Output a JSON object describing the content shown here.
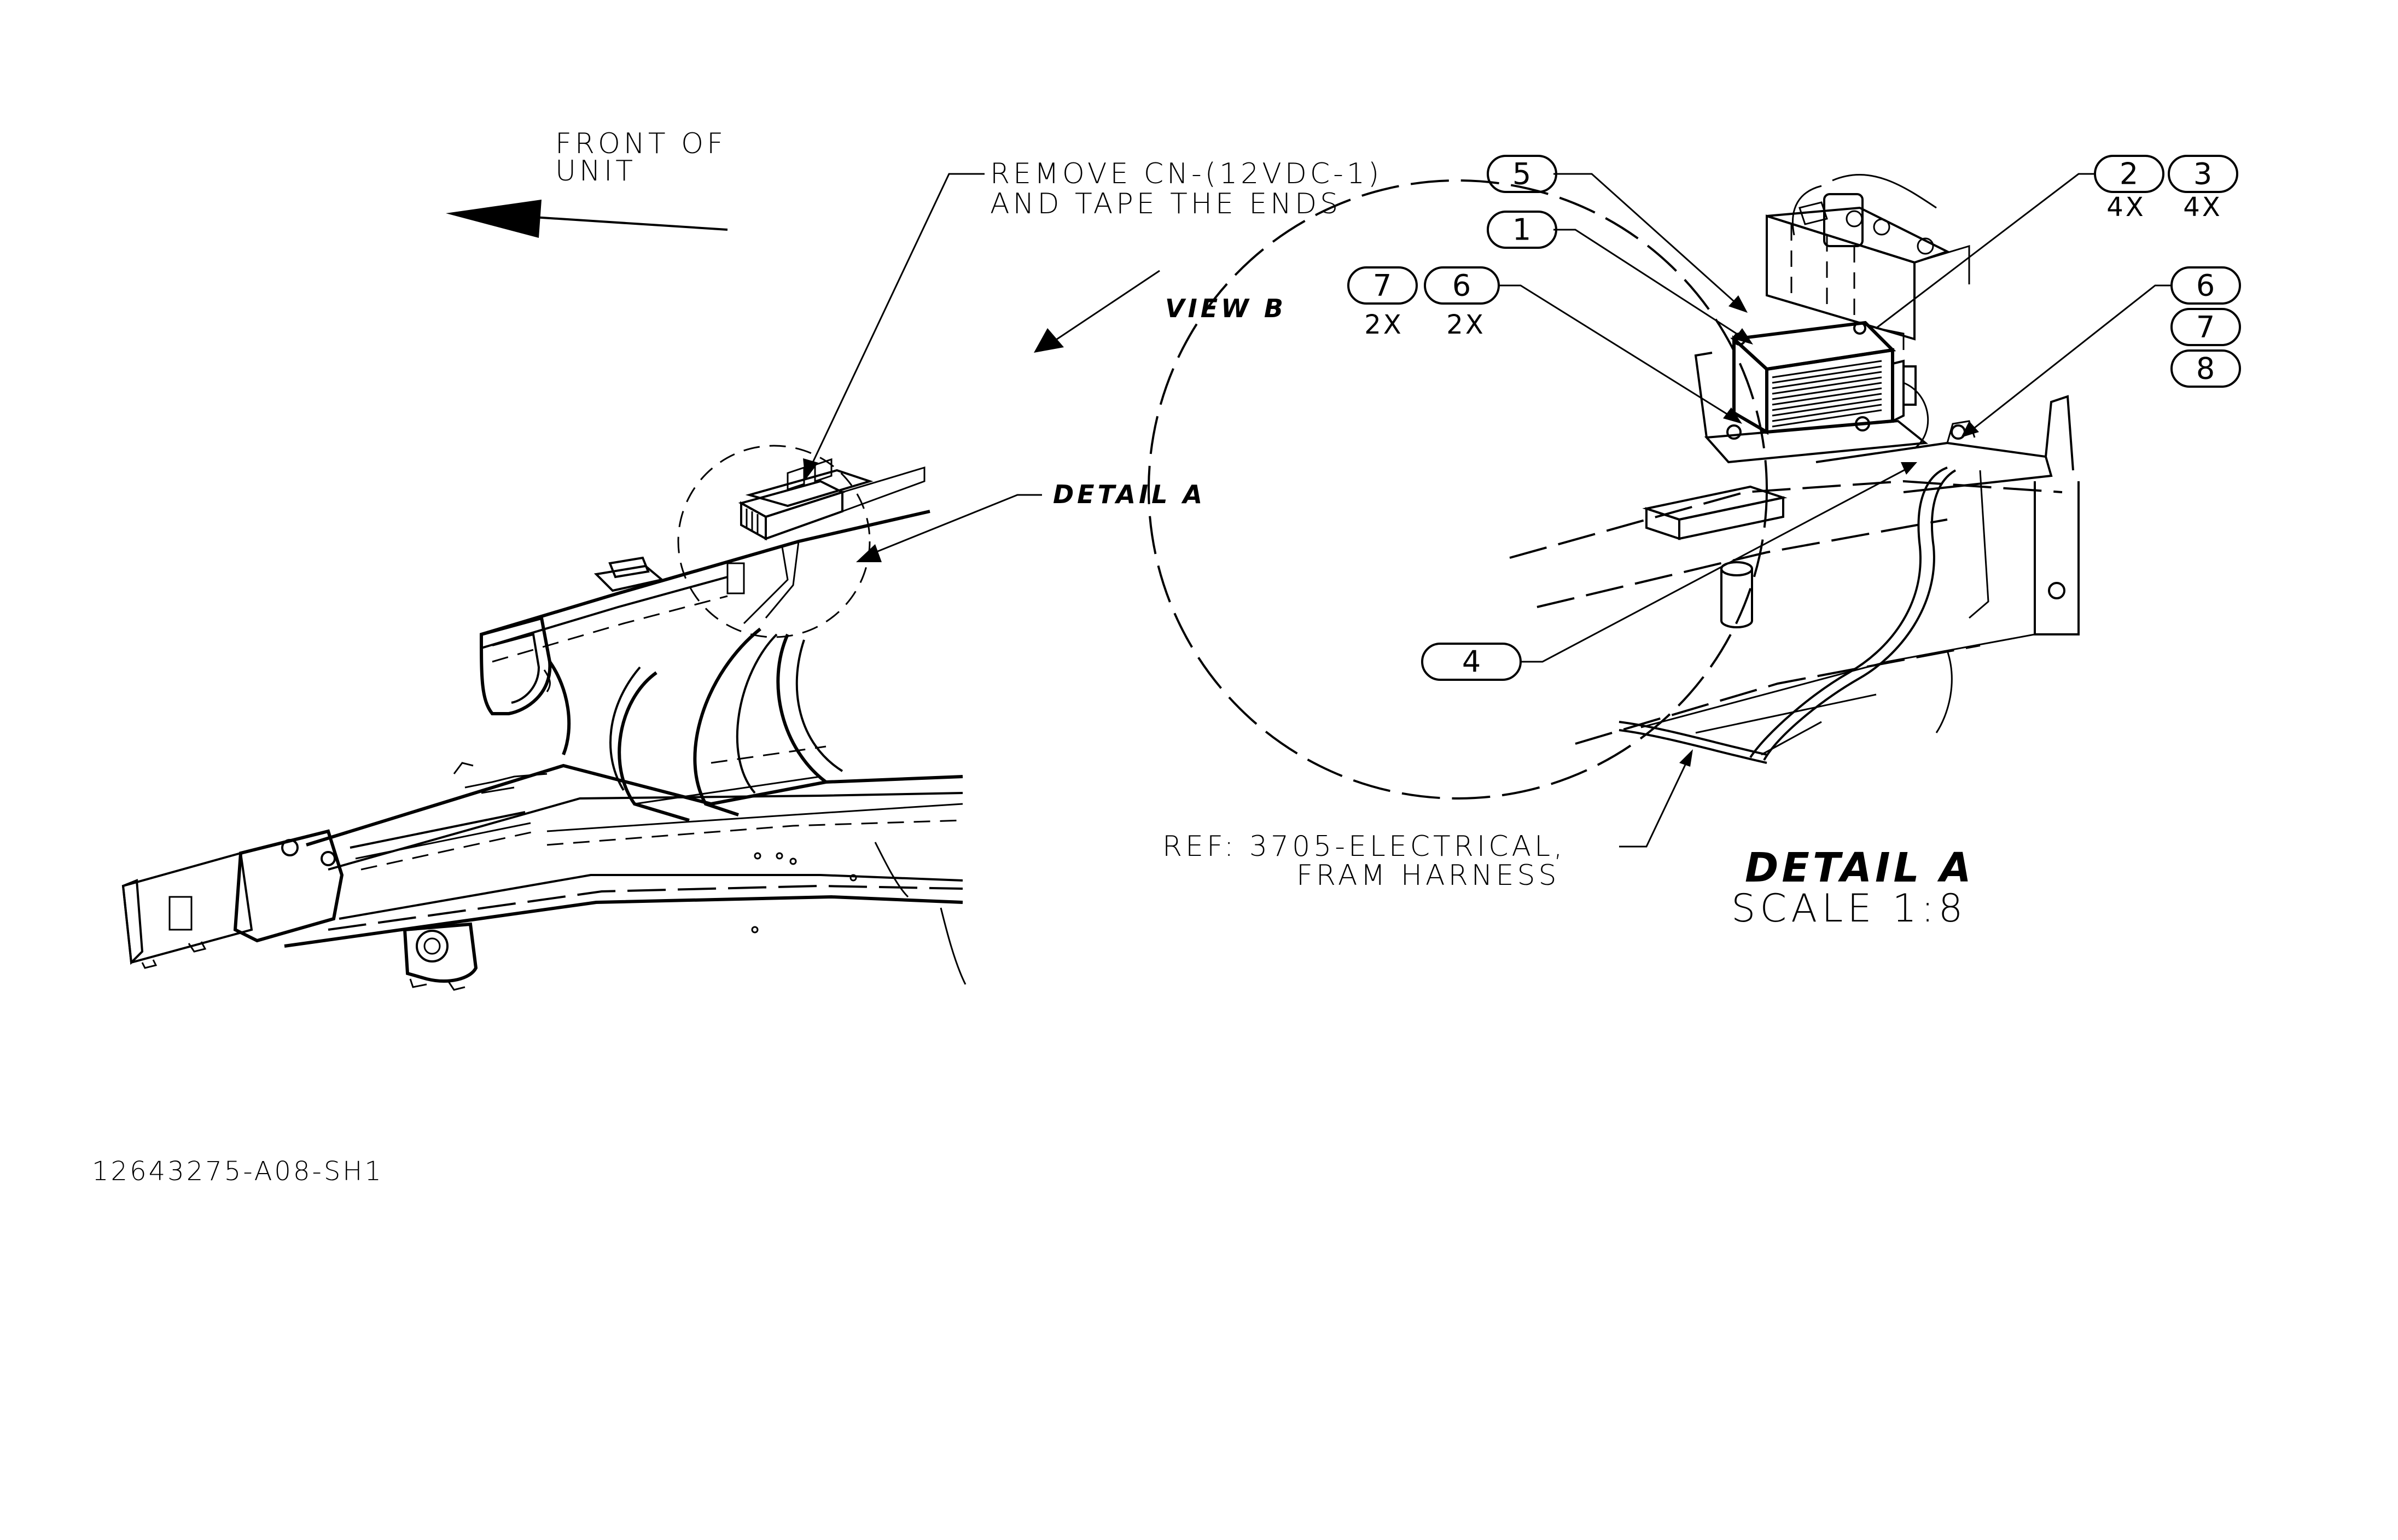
{
  "notes": {
    "front_of_unit_line1": "FRONT OF",
    "front_of_unit_line2": "UNIT",
    "remove_line1": "REMOVE CN-(12VDC-1)",
    "remove_line2": "AND TAPE THE ENDS",
    "view_b": "VIEW B",
    "detail_a_callout": "DETAIL A",
    "ref_line1": "REF: 3705-ELECTRICAL,",
    "ref_line2": "FRAM HARNESS",
    "detail_title": "DETAIL A",
    "detail_scale": "SCALE 1:8",
    "drawing_number": "12643275-A08-SH1"
  },
  "balloons": [
    {
      "id": "b5",
      "label": "5",
      "qty": ""
    },
    {
      "id": "b1",
      "label": "1",
      "qty": ""
    },
    {
      "id": "b7a",
      "label": "7",
      "qty": "2X"
    },
    {
      "id": "b6a",
      "label": "6",
      "qty": "2X"
    },
    {
      "id": "b2",
      "label": "2",
      "qty": "4X"
    },
    {
      "id": "b3",
      "label": "3",
      "qty": "4X"
    },
    {
      "id": "b6b",
      "label": "6",
      "qty": ""
    },
    {
      "id": "b7b",
      "label": "7",
      "qty": ""
    },
    {
      "id": "b8",
      "label": "8",
      "qty": ""
    },
    {
      "id": "b4",
      "label": "4",
      "qty": ""
    }
  ]
}
